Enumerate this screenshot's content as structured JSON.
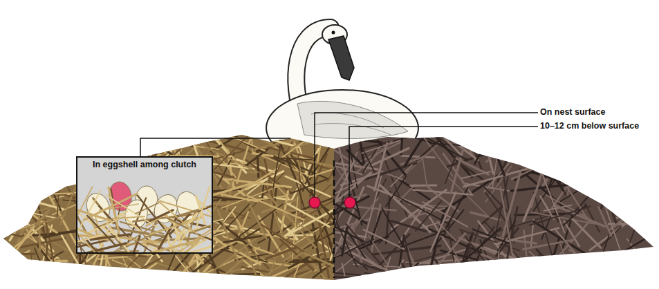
{
  "diagram": {
    "nodes": [
      {
        "text": [
          "In eggshell among clutch"
        ]
      }
    ],
    "labels": [
      "On nest surface",
      "10–12 cm below surface"
    ]
  }
}
